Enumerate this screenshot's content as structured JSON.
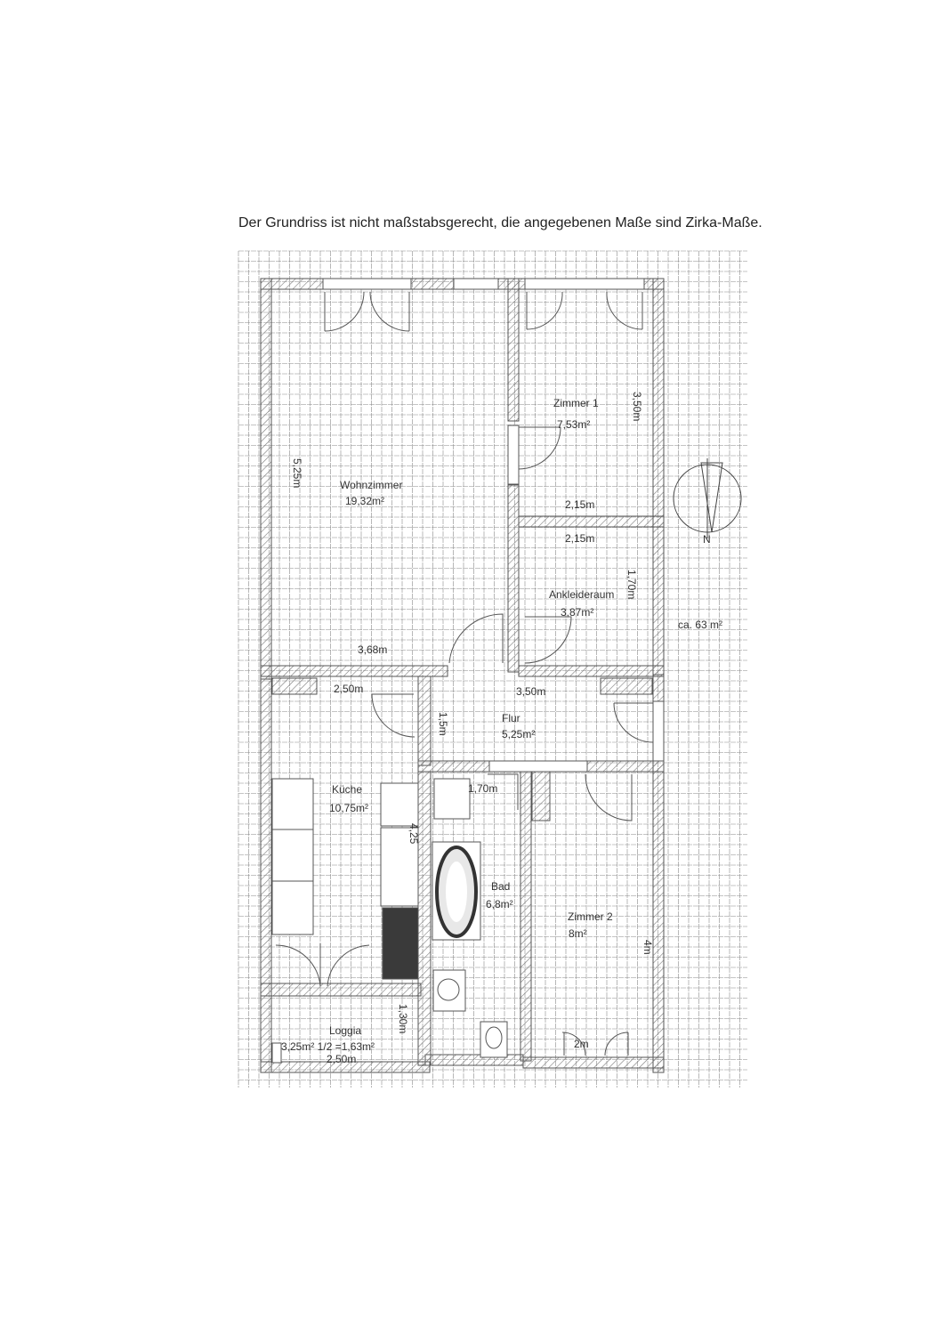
{
  "note": "Der Grundriss ist nicht maßstabsgerecht, die angegebenen Maße sind Zirka-Maße.",
  "total_area": "ca. 63 m²",
  "compass_label": "N",
  "rooms": {
    "wohnzimmer": {
      "name": "Wohnzimmer",
      "area": "19,32m²",
      "dim_height": "5,25m",
      "dim_width": "3,68m"
    },
    "zimmer1": {
      "name": "Zimmer 1",
      "area": "7,53m²",
      "dim_height": "3,50m",
      "dim_width": "2,15m"
    },
    "ankleideraum": {
      "name": "Ankleideraum",
      "area": "3,87m²",
      "dim_width": "2,15m",
      "dim_height": "1,70m"
    },
    "kueche": {
      "name": "Küche",
      "area": "10,75m²",
      "dim_width": "2,50m",
      "dim_height": "4,25"
    },
    "flur": {
      "name": "Flur",
      "area": "5,25m²",
      "dim_width": "3,50m",
      "dim_height": "1,5m"
    },
    "bad": {
      "name": "Bad",
      "area": "6,8m²",
      "dim_width": "1,70m"
    },
    "zimmer2": {
      "name": "Zimmer 2",
      "area": "8m²",
      "dim_height": "4m",
      "dim_width": "2m"
    },
    "loggia": {
      "name": "Loggia",
      "area": "3,25m² 1/2 =1,63m²",
      "dim_width": "2,50m",
      "dim_height": "1,30m"
    }
  },
  "colors": {
    "wall": "#9a9a9a",
    "grid": "#8a8a8a",
    "ink": "#333333",
    "stove": "#3a3a3a"
  }
}
